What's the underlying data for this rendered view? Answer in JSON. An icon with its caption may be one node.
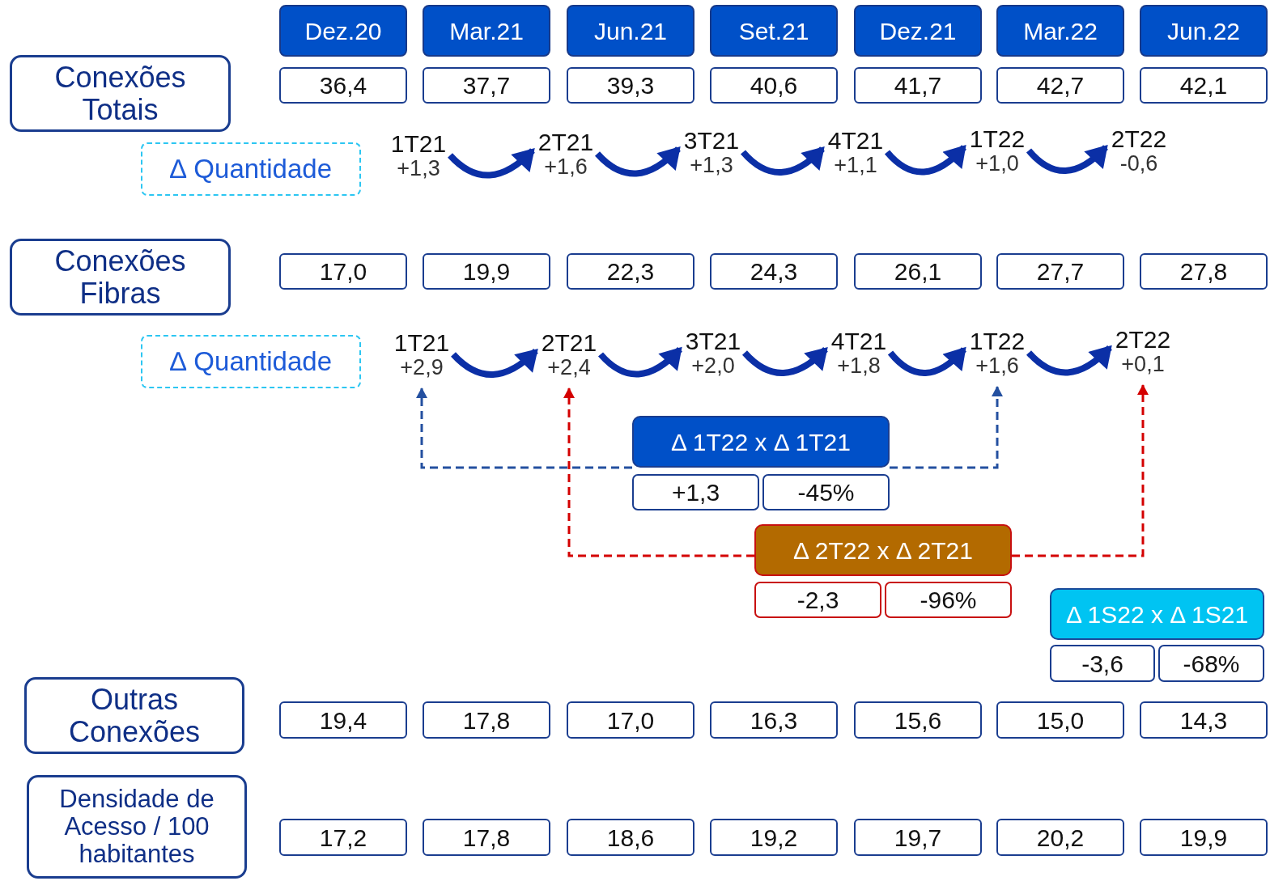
{
  "diagram": {
    "nodes": [
      {
        "text": [
          "Dez.20"
        ]
      },
      {
        "text": [
          "Mar.21"
        ]
      },
      {
        "text": [
          "Jun.21"
        ]
      },
      {
        "text": [
          "Set.21"
        ]
      },
      {
        "text": [
          "Dez.21"
        ]
      },
      {
        "text": [
          "Mar.22"
        ]
      },
      {
        "text": [
          "Jun.22"
        ]
      },
      {
        "text": [
          "Conexões Totais"
        ]
      },
      {
        "text": [
          "36,4"
        ]
      },
      {
        "text": [
          "37,7"
        ]
      },
      {
        "text": [
          "39,3"
        ]
      },
      {
        "text": [
          "40,6"
        ]
      },
      {
        "text": [
          "41,7"
        ]
      },
      {
        "text": [
          "42,7"
        ]
      },
      {
        "text": [
          "42,1"
        ]
      },
      {
        "text": [
          "∆ Quantidade"
        ]
      },
      {
        "text": [
          "1T21",
          "+1,3"
        ]
      },
      {
        "text": [
          "2T21",
          "+1,6"
        ]
      },
      {
        "text": [
          "3T21",
          "+1,3"
        ]
      },
      {
        "text": [
          "4T21",
          "+1,1"
        ]
      },
      {
        "text": [
          "1T22",
          "+1,0"
        ]
      },
      {
        "text": [
          "2T22",
          "-0,6"
        ]
      },
      {
        "text": [
          "Conexões Fibras"
        ]
      },
      {
        "text": [
          "17,0"
        ]
      },
      {
        "text": [
          "19,9"
        ]
      },
      {
        "text": [
          "22,3"
        ]
      },
      {
        "text": [
          "24,3"
        ]
      },
      {
        "text": [
          "26,1"
        ]
      },
      {
        "text": [
          "27,7"
        ]
      },
      {
        "text": [
          "27,8"
        ]
      },
      {
        "text": [
          "∆ Quantidade"
        ]
      },
      {
        "text": [
          "1T21",
          "+2,9"
        ]
      },
      {
        "text": [
          "2T21",
          "+2,4"
        ]
      },
      {
        "text": [
          "3T21",
          "+2,0"
        ]
      },
      {
        "text": [
          "4T21",
          "+1,8"
        ]
      },
      {
        "text": [
          "1T22",
          "+1,6"
        ]
      },
      {
        "text": [
          "2T22",
          "+0,1"
        ]
      },
      {
        "text": [
          "Δ 1T22 x Δ 1T21"
        ]
      },
      {
        "text": [
          "+1,3"
        ]
      },
      {
        "text": [
          "-45%"
        ]
      },
      {
        "text": [
          "Δ 2T22 x Δ 2T21"
        ]
      },
      {
        "text": [
          "-2,3"
        ]
      },
      {
        "text": [
          "-96%"
        ]
      },
      {
        "text": [
          "Δ 1S22 x Δ 1S21"
        ]
      },
      {
        "text": [
          "-3,6"
        ]
      },
      {
        "text": [
          "-68%"
        ]
      },
      {
        "text": [
          "Outras Conexões"
        ]
      },
      {
        "text": [
          "19,4"
        ]
      },
      {
        "text": [
          "17,8"
        ]
      },
      {
        "text": [
          "17,0"
        ]
      },
      {
        "text": [
          "16,3"
        ]
      },
      {
        "text": [
          "15,6"
        ]
      },
      {
        "text": [
          "15,0"
        ]
      },
      {
        "text": [
          "14,3"
        ]
      },
      {
        "text": [
          "Densidade de Acesso / 100 habitantes"
        ]
      },
      {
        "text": [
          "17,2"
        ]
      },
      {
        "text": [
          "17,8"
        ]
      },
      {
        "text": [
          "18,6"
        ]
      },
      {
        "text": [
          "19,2"
        ]
      },
      {
        "text": [
          "19,7"
        ]
      },
      {
        "text": [
          "20,2"
        ]
      },
      {
        "text": [
          "19,9"
        ]
      }
    ],
    "edges": [
      {
        "from": 16,
        "to": 17,
        "arrow": "to"
      },
      {
        "from": 17,
        "to": 18,
        "arrow": "to"
      },
      {
        "from": 18,
        "to": 19,
        "arrow": "to"
      },
      {
        "from": 19,
        "to": 20,
        "arrow": "to"
      },
      {
        "from": 20,
        "to": 21,
        "arrow": "to"
      },
      {
        "from": 31,
        "to": 32,
        "arrow": "to"
      },
      {
        "from": 32,
        "to": 33,
        "arrow": "to"
      },
      {
        "from": 33,
        "to": 34,
        "arrow": "to"
      },
      {
        "from": 34,
        "to": 35,
        "arrow": "to"
      },
      {
        "from": 35,
        "to": 36,
        "arrow": "to"
      },
      {
        "from": 37,
        "to": 31,
        "arrow": "to",
        "style": "dashed",
        "color": "#2450a0"
      },
      {
        "from": 37,
        "to": 35,
        "arrow": "to",
        "style": "dashed",
        "color": "#2450a0"
      },
      {
        "from": 40,
        "to": 32,
        "arrow": "to",
        "style": "dashed",
        "color": "#d40000"
      },
      {
        "from": 40,
        "to": 36,
        "arrow": "to",
        "style": "dashed",
        "color": "#d40000"
      }
    ]
  }
}
